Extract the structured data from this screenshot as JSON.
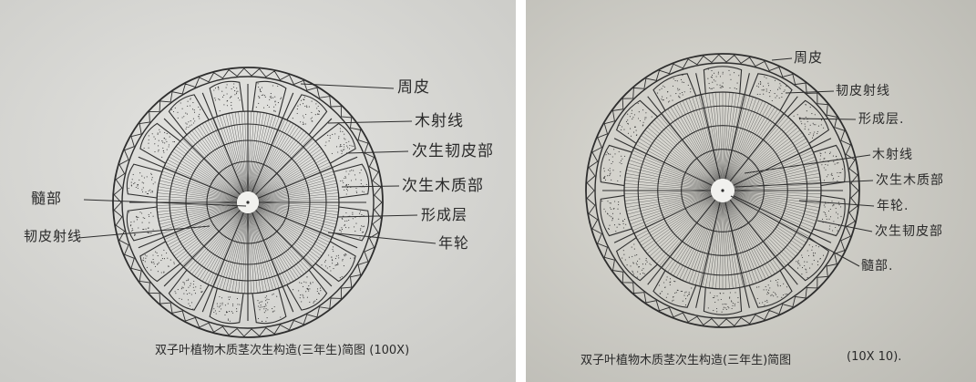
{
  "left_drawing": {
    "labels": {
      "periderm": "周皮",
      "wood_ray": "木射线",
      "secondary_phloem": "次生韧皮部",
      "secondary_xylem": "次生木质部",
      "cambium": "形成层",
      "annual_ring": "年轮",
      "pith": "髓部",
      "phloem_ray": "韧皮射线"
    },
    "caption": "双子叶植物木质茎次生构造(三年生)简图 (100X)"
  },
  "right_drawing": {
    "labels": {
      "periderm": "周皮",
      "phloem_ray": "韧皮射线",
      "cambium": "形成层.",
      "wood_ray": "木射线",
      "secondary_xylem": "次生木质部",
      "annual_ring": "年轮.",
      "secondary_phloem": "次生韧皮部",
      "pith": "髓部."
    },
    "caption": "双子叶植物木质茎次生构造(三年生)简图",
    "magnification": "(10X 10)."
  },
  "colors": {
    "paper_left": "#dcdcd8",
    "paper_right": "#d6d5cf",
    "ink": "#2e2e2e"
  }
}
